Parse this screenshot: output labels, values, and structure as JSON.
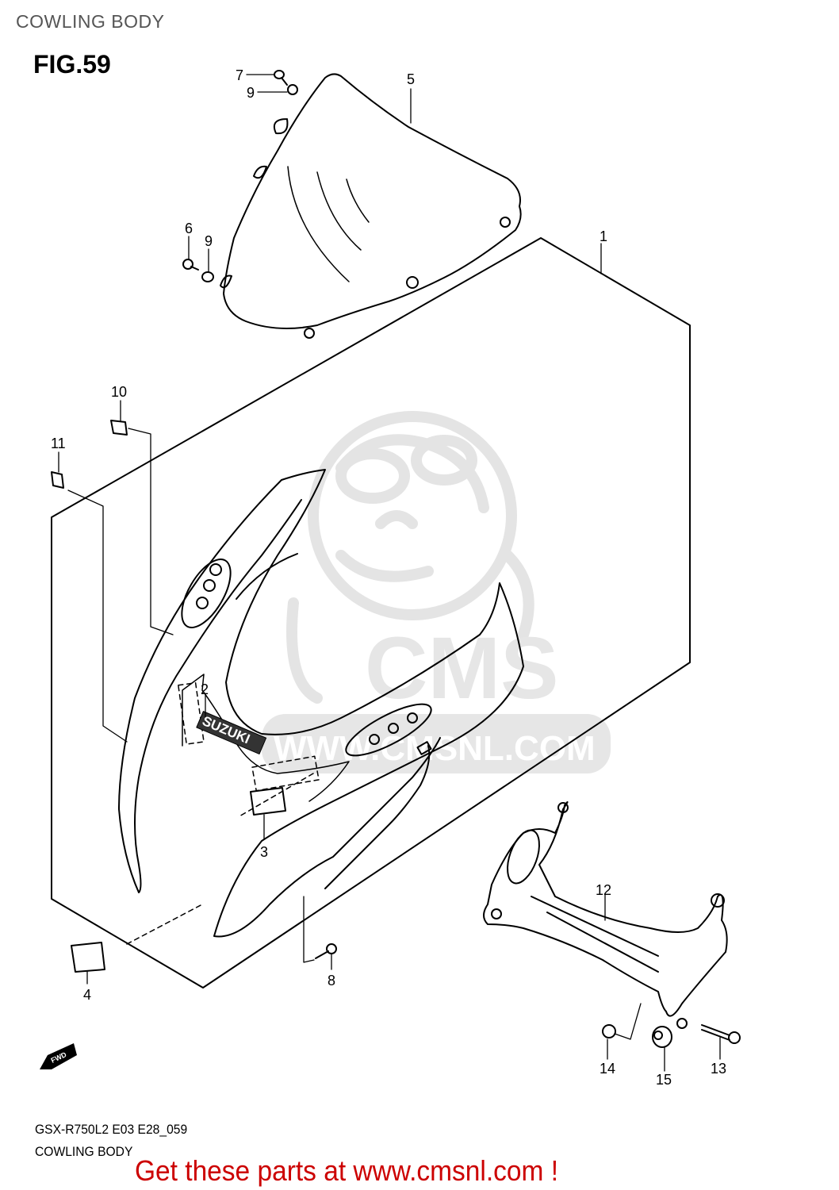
{
  "header": {
    "title": "COWLING BODY",
    "figure": "FIG.59"
  },
  "watermark": {
    "logo": "CMS",
    "url": "WWW.CMSNL.COM",
    "color": "#e6e6e6"
  },
  "callouts": [
    {
      "num": "1",
      "part": "cowling-body-assembly"
    },
    {
      "num": "2",
      "part": "suzuki-emblem"
    },
    {
      "num": "3",
      "part": "label"
    },
    {
      "num": "4",
      "part": "label"
    },
    {
      "num": "5",
      "part": "windscreen"
    },
    {
      "num": "6",
      "part": "screw"
    },
    {
      "num": "7",
      "part": "screw"
    },
    {
      "num": "8",
      "part": "screw"
    },
    {
      "num": "9",
      "part": "nut"
    },
    {
      "num": "9",
      "part": "nut"
    },
    {
      "num": "10",
      "part": "nut"
    },
    {
      "num": "11",
      "part": "nut"
    },
    {
      "num": "12",
      "part": "cowling-brace"
    },
    {
      "num": "13",
      "part": "bolt"
    },
    {
      "num": "14",
      "part": "nut"
    },
    {
      "num": "15",
      "part": "cushion"
    }
  ],
  "emblem_text": "SUZUKI",
  "direction_arrow": "FWD",
  "footer": {
    "model_code": "GSX-R750L2 E03 E28_059",
    "title": "COWLING BODY",
    "promo": "Get these parts at www.cmsnl.com !",
    "promo_color": "#cc0000"
  }
}
